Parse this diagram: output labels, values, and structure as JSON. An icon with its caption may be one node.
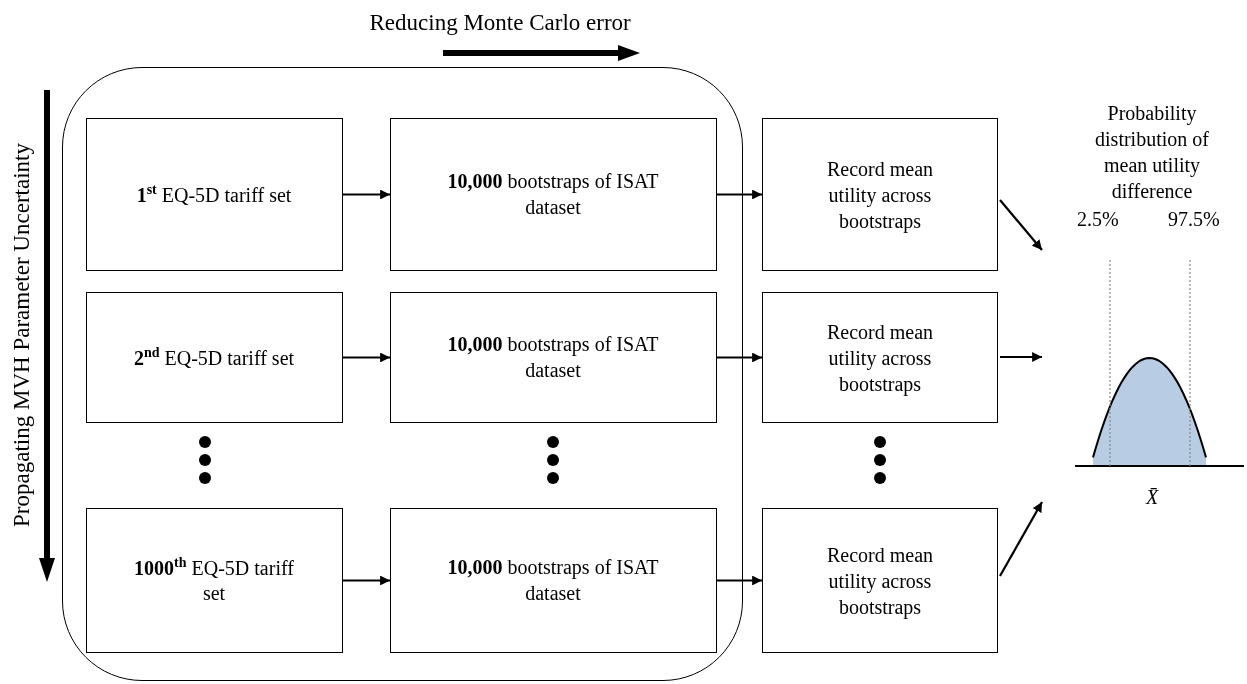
{
  "diagram": {
    "nodes": [
      {
        "text": [],
        "shape": "box"
      },
      {
        "text": [
          "**1**$^{st}$ EQ-5D tariff set"
        ],
        "in": 0
      },
      {
        "text": [
          "**10,000** bootstraps of ISAT dataset"
        ],
        "in": 0
      },
      {
        "text": [
          "Record mean utility across bootstraps"
        ]
      },
      {
        "text": [
          "**2**$^{nd}$ EQ-5D tariff set"
        ],
        "in": 0
      },
      {
        "text": [
          "**10,000** bootstraps of ISAT dataset"
        ],
        "in": 0
      },
      {
        "text": [
          "Record mean utility across bootstraps"
        ]
      },
      {
        "text": [
          "**1000**$^{th}$ EQ-5D tariff set"
        ],
        "in": 0
      },
      {
        "text": [
          "**10,000** bootstraps of ISAT dataset"
        ],
        "in": 0
      },
      {
        "text": [
          "Record mean utility across bootstraps"
        ]
      },
      {
        "text": [
          "Probability distribution of mean utility difference",
          "X̄"
        ]
      }
    ],
    "edges": [
      {
        "from": 1,
        "to": 2,
        "arrow": "to"
      },
      {
        "from": 2,
        "to": 3,
        "arrow": "to"
      },
      {
        "from": 4,
        "to": 5,
        "arrow": "to"
      },
      {
        "from": 5,
        "to": 6,
        "arrow": "to"
      },
      {
        "from": 7,
        "to": 8,
        "arrow": "to"
      },
      {
        "from": 8,
        "to": 9,
        "arrow": "to"
      },
      {
        "from": 3,
        "to": 10,
        "arrow": "to"
      },
      {
        "from": 6,
        "to": 10,
        "arrow": "to"
      },
      {
        "from": 9,
        "to": 10,
        "arrow": "to"
      }
    ],
    "labels": [
      "Reducing Monte Carlo error",
      "Propagating  MVH Parameter Uncertainty",
      "2.5%",
      "97.5%"
    ]
  }
}
